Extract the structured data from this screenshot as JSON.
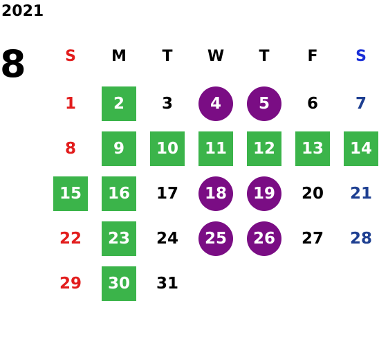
{
  "year": "2021",
  "month": "8",
  "weekdays": [
    "S",
    "M",
    "T",
    "W",
    "T",
    "F",
    "S"
  ],
  "days": [
    {
      "label": "1",
      "col": 0,
      "row": 0,
      "mark": ""
    },
    {
      "label": "2",
      "col": 1,
      "row": 0,
      "mark": "green"
    },
    {
      "label": "3",
      "col": 2,
      "row": 0,
      "mark": ""
    },
    {
      "label": "4",
      "col": 3,
      "row": 0,
      "mark": "purple"
    },
    {
      "label": "5",
      "col": 4,
      "row": 0,
      "mark": "purple"
    },
    {
      "label": "6",
      "col": 5,
      "row": 0,
      "mark": ""
    },
    {
      "label": "7",
      "col": 6,
      "row": 0,
      "mark": ""
    },
    {
      "label": "8",
      "col": 0,
      "row": 1,
      "mark": ""
    },
    {
      "label": "9",
      "col": 1,
      "row": 1,
      "mark": "green"
    },
    {
      "label": "10",
      "col": 2,
      "row": 1,
      "mark": "green"
    },
    {
      "label": "11",
      "col": 3,
      "row": 1,
      "mark": "green"
    },
    {
      "label": "12",
      "col": 4,
      "row": 1,
      "mark": "green"
    },
    {
      "label": "13",
      "col": 5,
      "row": 1,
      "mark": "green"
    },
    {
      "label": "14",
      "col": 6,
      "row": 1,
      "mark": "green"
    },
    {
      "label": "15",
      "col": 0,
      "row": 2,
      "mark": "green"
    },
    {
      "label": "16",
      "col": 1,
      "row": 2,
      "mark": "green"
    },
    {
      "label": "17",
      "col": 2,
      "row": 2,
      "mark": ""
    },
    {
      "label": "18",
      "col": 3,
      "row": 2,
      "mark": "purple"
    },
    {
      "label": "19",
      "col": 4,
      "row": 2,
      "mark": "purple"
    },
    {
      "label": "20",
      "col": 5,
      "row": 2,
      "mark": ""
    },
    {
      "label": "21",
      "col": 6,
      "row": 2,
      "mark": ""
    },
    {
      "label": "22",
      "col": 0,
      "row": 3,
      "mark": ""
    },
    {
      "label": "23",
      "col": 1,
      "row": 3,
      "mark": "green"
    },
    {
      "label": "24",
      "col": 2,
      "row": 3,
      "mark": ""
    },
    {
      "label": "25",
      "col": 3,
      "row": 3,
      "mark": "purple"
    },
    {
      "label": "26",
      "col": 4,
      "row": 3,
      "mark": "purple"
    },
    {
      "label": "27",
      "col": 5,
      "row": 3,
      "mark": ""
    },
    {
      "label": "28",
      "col": 6,
      "row": 3,
      "mark": ""
    },
    {
      "label": "29",
      "col": 0,
      "row": 4,
      "mark": ""
    },
    {
      "label": "30",
      "col": 1,
      "row": 4,
      "mark": "green"
    },
    {
      "label": "31",
      "col": 2,
      "row": 4,
      "mark": ""
    }
  ],
  "colors": {
    "sunday": "#e21c1c",
    "saturday": "#1e3f91",
    "green_highlight": "#3bb44a",
    "purple_highlight": "#7a0d84"
  }
}
